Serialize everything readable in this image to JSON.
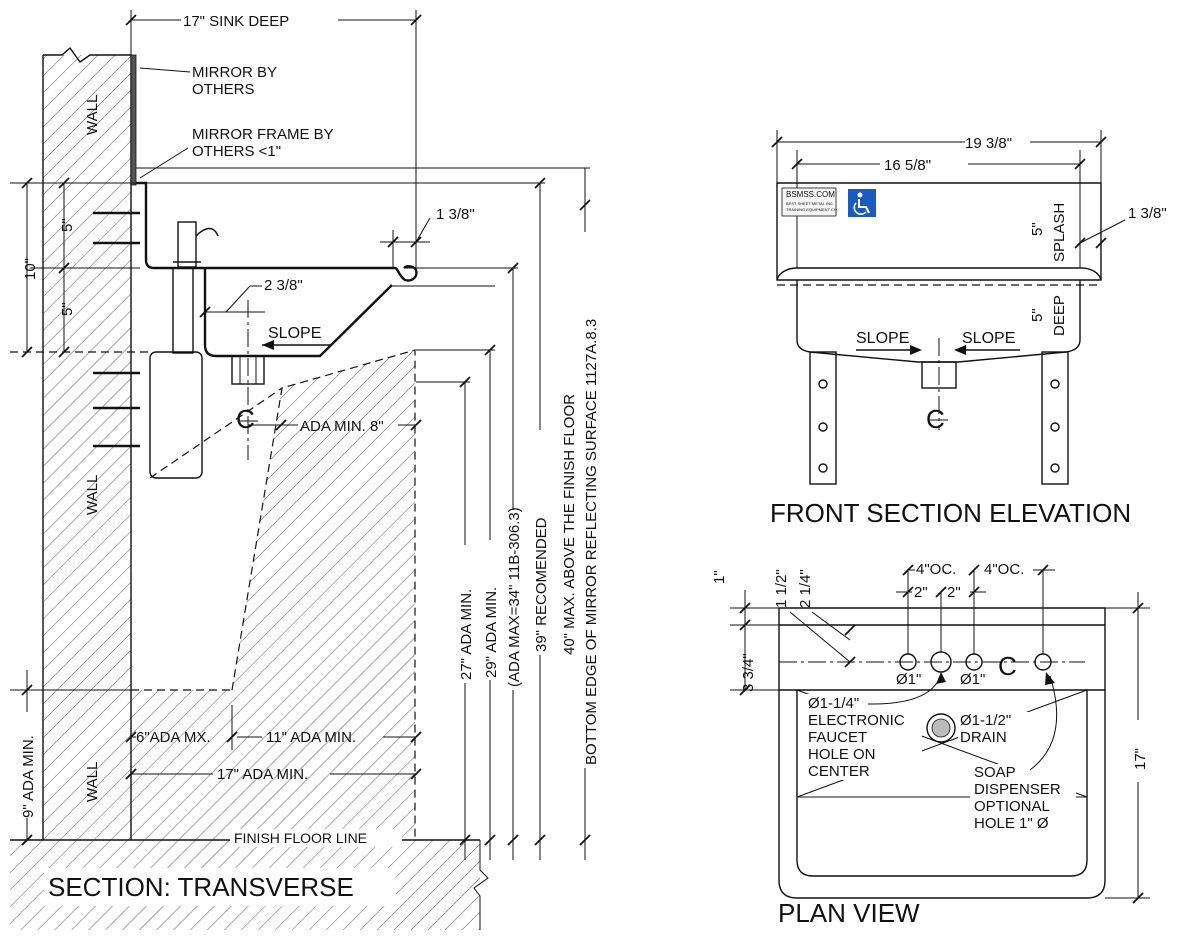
{
  "section": {
    "title": "SECTION: TRANSVERSE",
    "sink_deep": "17\" SINK DEEP",
    "mirror": [
      "MIRROR BY",
      "OTHERS"
    ],
    "mirror_frame": [
      "MIRROR FRAME BY",
      "OTHERS <1\""
    ],
    "wall": "WALL",
    "dim_1_3_8": "1 3/8\"",
    "dim_2_3_8": "2 3/8\"",
    "slope": "SLOPE",
    "dim_5_top": "5\"",
    "dim_5_bottom": "5\"",
    "dim_10": "10\"",
    "ada_min_8": "ADA MIN. 8\"",
    "ada_6": "6\"ADA MX.",
    "ada_11": "11\"  ADA MIN.",
    "ada_17": "17\" ADA MIN.",
    "ada_9": "9\" ADA MIN.",
    "ada_27": "27\" ADA MIN.",
    "ada_29": "29\" ADA MIN.",
    "ada_max_34": "(ADA MAX=34\" 11B-306.3)",
    "recomended_39": "39\" RECOMENDED",
    "max_40_line1": "40\" MAX. ABOVE THE FINISH FLOOR",
    "max_40_line2": "BOTTOM EDGE OF MIRROR REFLECTING SURFACE 1127A.8.3",
    "finish_floor": "FINISH FLOOR LINE",
    "cl_symbol": "C"
  },
  "front": {
    "title": "FRONT SECTION ELEVATION",
    "dim_19_3_8": "19 3/8\"",
    "dim_16_5_8": "16 5/8\"",
    "dim_1_3_8": "1 3/8\"",
    "dim_5_splash": "5\"",
    "splash": "SPLASH",
    "dim_5_deep": "5\"",
    "deep": "DEEP",
    "slope_left": "SLOPE",
    "slope_right": "SLOPE",
    "label_lines": [
      "BSMSS.COM",
      "BEST SHEET METAL INC.",
      "TRAINING EQUIPMENT CO."
    ]
  },
  "plan": {
    "title": "PLAN VIEW",
    "dim_1": "1\"",
    "dim_1_1_2": "1 1/2\"",
    "dim_2_1_4": "2 1/4\"",
    "dim_4oc_left": "4\"OC.",
    "dim_4oc_right": "4\"OC.",
    "dim_2_left": "2\"",
    "dim_2_right": "2\"",
    "dim_3_3_4": "3 3/4\"",
    "dim_17": "17\"",
    "hole_1_left": "Ø1\"",
    "hole_1_right": "Ø1\"",
    "faucet_lines": [
      "Ø1-1/4\"",
      "ELECTRONIC",
      "FAUCET",
      "HOLE ON",
      "CENTER"
    ],
    "drain_lines": [
      "Ø1-1/2\"",
      "DRAIN"
    ],
    "soap_lines": [
      "SOAP",
      "DISPENSER",
      "OPTIONAL",
      "HOLE 1\" Ø"
    ]
  }
}
